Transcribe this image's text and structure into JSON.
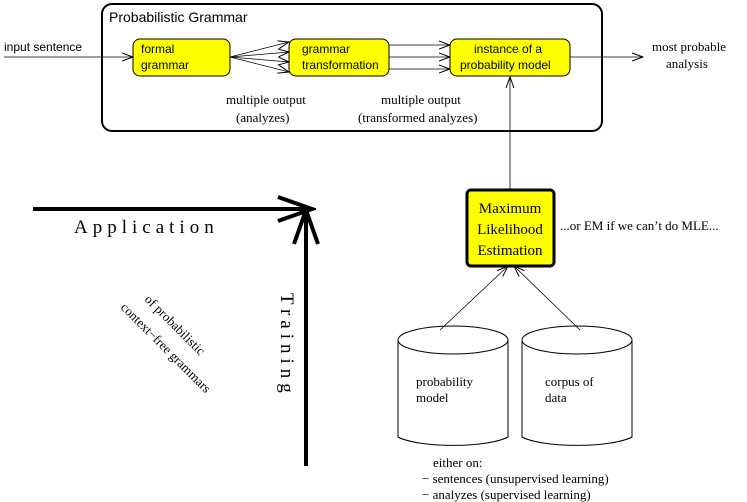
{
  "frame": {
    "title": "Probabilistic Grammar"
  },
  "input_label": "input sentence",
  "output_label": [
    "most probable",
    "analysis"
  ],
  "boxes": {
    "formal_grammar": [
      "formal",
      "grammar"
    ],
    "grammar_transformation": [
      "grammar",
      "transformation"
    ],
    "probability_model": [
      "instance of a",
      "probability model"
    ],
    "mle": [
      "Maximum",
      "Likelihood",
      "Estimation"
    ]
  },
  "outputs": {
    "analyzes": [
      "multiple output",
      "(analyzes)"
    ],
    "transformed": [
      "multiple output",
      "(transformed analyzes)"
    ]
  },
  "em_note": "...or EM if we can’t do MLE...",
  "axes": {
    "application": "Application",
    "training": "Training"
  },
  "diagonal_note": [
    "of probabilistic",
    "context−free grammars"
  ],
  "cylinders": {
    "probability_model": [
      "probability",
      "model"
    ],
    "corpus": [
      "corpus of",
      "data"
    ]
  },
  "either_on": [
    "either on:",
    "− sentences (unsupervised learning)",
    "− analyzes (supervised learning)"
  ],
  "colors": {
    "box_fill": "#ffff00",
    "stroke": "#000000"
  }
}
